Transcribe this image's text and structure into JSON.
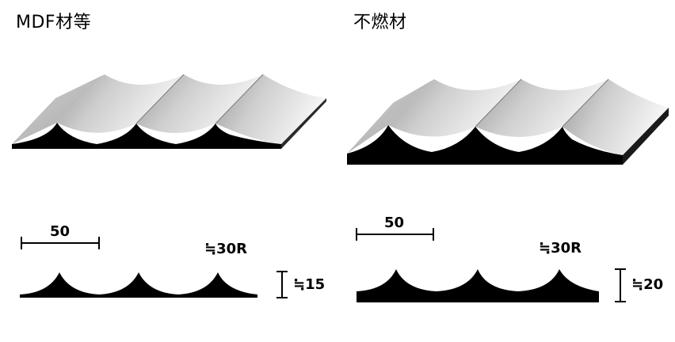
{
  "panels": [
    {
      "title": "MDF材等",
      "width_value": "50",
      "radius_label": "≒30R",
      "depth_label": "≒15"
    },
    {
      "title": "不燃材",
      "width_value": "50",
      "radius_label": "≒30R",
      "depth_label": "≒20"
    }
  ],
  "colors": {
    "profile": "#000000",
    "surface_light": "#f4f4f4",
    "surface_mid": "#c8c8c8",
    "surface_dark": "#8a8a8a",
    "flat_face": "#bdbdbd"
  }
}
